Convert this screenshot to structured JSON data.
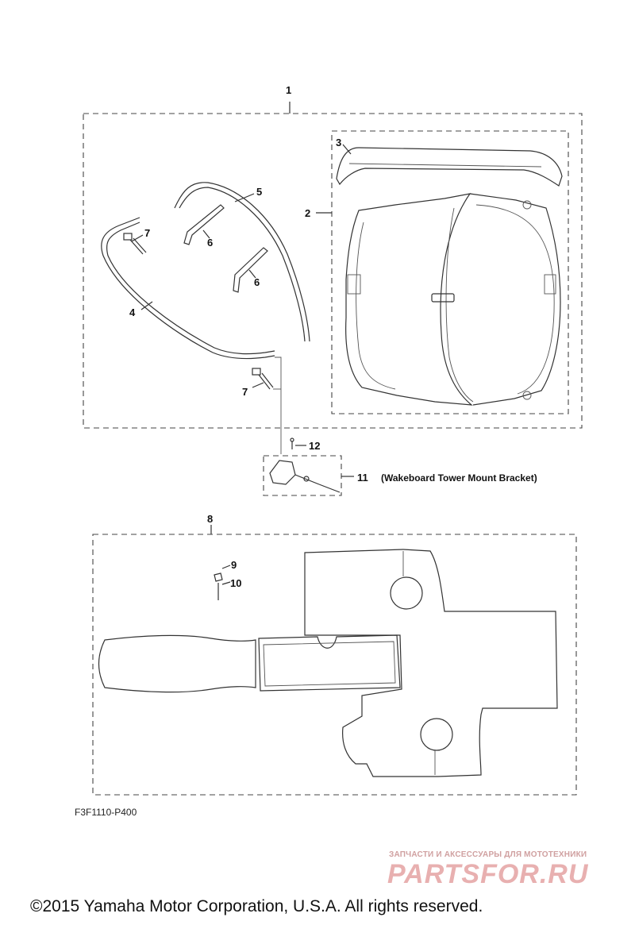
{
  "callouts": {
    "c1": "1",
    "c2": "2",
    "c3": "3",
    "c4": "4",
    "c5": "5",
    "c6a": "6",
    "c6b": "6",
    "c7a": "7",
    "c7b": "7",
    "c8": "8",
    "c9": "9",
    "c10": "10",
    "c11": "11",
    "c12": "12"
  },
  "bracket_caption": "(Wakeboard Tower Mount Bracket)",
  "diagram_code": "F3F1110-P400",
  "watermark": {
    "tagline": "ЗАПЧАСТИ И АКСЕССУАРЫ ДЛЯ МОТОТЕХНИКИ",
    "logo": "PARTSFOR.RU"
  },
  "copyright": "©2015 Yamaha Motor Corporation, U.S.A. All rights reserved."
}
